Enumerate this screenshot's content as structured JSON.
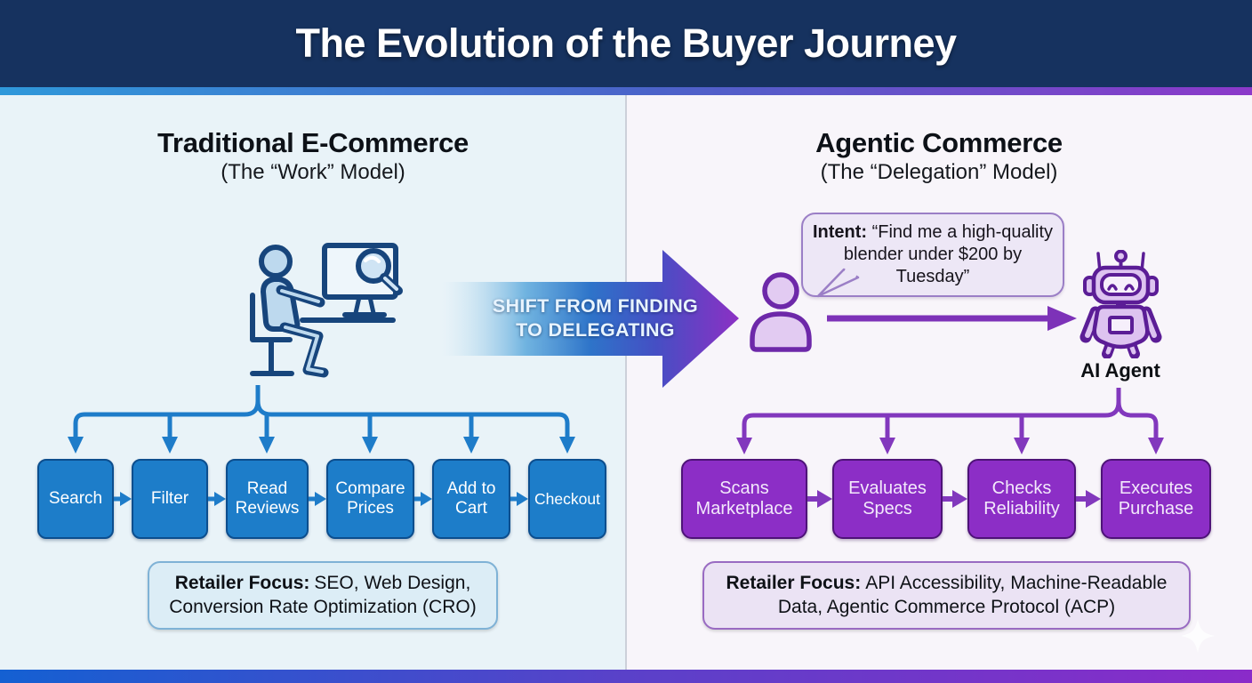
{
  "header": {
    "title": "The Evolution of the Buyer Journey"
  },
  "traditional": {
    "title": "Traditional E-Commerce",
    "subtitle": "(The “Work” Model)",
    "icon": "shopper-at-computer-icon",
    "steps": [
      "Search",
      "Filter",
      "Read Reviews",
      "Compare Prices",
      "Add to Cart",
      "Checkout"
    ],
    "retailer_focus": {
      "label": "Retailer Focus:",
      "text": "SEO, Web Design, Conversion Rate Optimization (CRO)"
    }
  },
  "shift_arrow": {
    "line1": "SHIFT FROM FINDING",
    "line2": "TO DELEGATING"
  },
  "agentic": {
    "title": "Agentic Commerce",
    "subtitle": "(The “Delegation” Model)",
    "intent": {
      "label": "Intent:",
      "text": "“Find me a high-quality blender under $200 by Tuesday”"
    },
    "icons": [
      "buyer-icon",
      "delegation-arrow-icon",
      "ai-agent-icon",
      "sparkle-icon"
    ],
    "agent_label": "AI Agent",
    "steps": [
      "Scans Marketplace",
      "Evaluates Specs",
      "Checks Reliability",
      "Executes Purchase"
    ],
    "retailer_focus": {
      "label": "Retailer Focus:",
      "text": "API Accessibility, Machine-Readable Data, Agentic Commerce Protocol (ACP)"
    }
  },
  "colors": {
    "header_bg": "#16325f",
    "left_panel_bg": "#e9f3f8",
    "right_panel_bg": "#f8f5fa",
    "traditional_step_fill": "#1d7dc9",
    "traditional_step_border": "#0c4e8e",
    "agentic_step_fill": "#8c2ec6",
    "agentic_step_border": "#4e1378",
    "connector_blue": "#1e7cc9",
    "connector_purple": "#8238bd",
    "accent_gradient_left": "#2f98da",
    "accent_gradient_right": "#8c39c9"
  }
}
